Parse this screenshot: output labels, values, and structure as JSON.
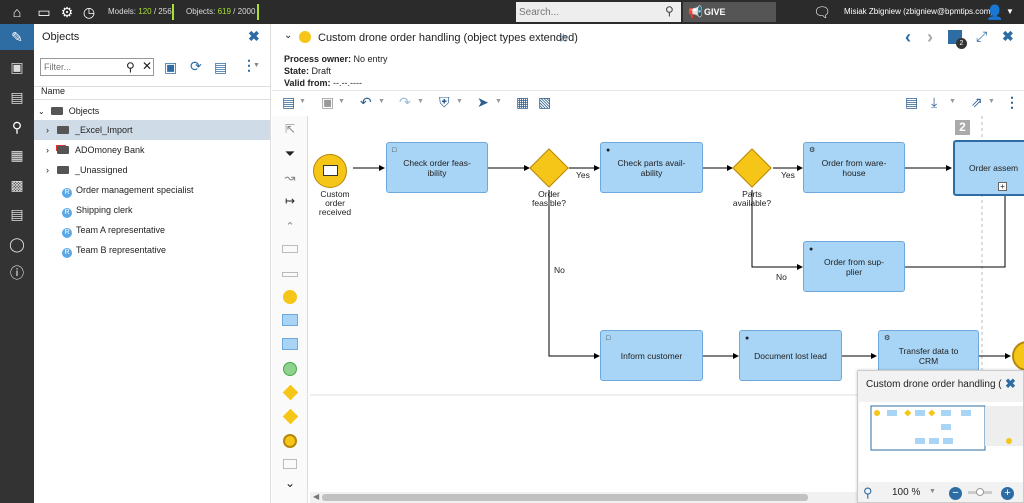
{
  "topbar": {
    "models_label": "Models:",
    "models_used": "120",
    "models_total": "/ 256",
    "objects_label": "Objects:",
    "objects_used": "619",
    "objects_total": "/ 2000",
    "search_placeholder": "Search...",
    "feedback": "GIVE FEEDBACK",
    "user": "Misiak Zbigniew (zbigniew@bpmtips.com)"
  },
  "objects_panel": {
    "title": "Objects",
    "filter_placeholder": "Filter...",
    "column_name": "Name",
    "root": "Objects",
    "items": [
      {
        "label": "_Excel_Import",
        "kind": "folder"
      },
      {
        "label": "ADOmoney Bank",
        "kind": "folder"
      },
      {
        "label": "_Unassigned",
        "kind": "folder"
      },
      {
        "label": "Order management specialist",
        "kind": "role"
      },
      {
        "label": "Shipping clerk",
        "kind": "role"
      },
      {
        "label": "Team A representative",
        "kind": "role"
      },
      {
        "label": "Team B representative",
        "kind": "role"
      }
    ]
  },
  "model": {
    "title": "Custom drone order handling (object types extended)",
    "owner_label": "Process owner:",
    "owner_value": "No entry",
    "state_label": "State:",
    "state_value": "Draft",
    "valid_label": "Valid from:",
    "valid_value": "--.--.----",
    "badge": "2",
    "page_marker": "2"
  },
  "diagram": {
    "start_event": "Custom order received",
    "tasks": [
      {
        "id": "t1",
        "label": "Check order feas-ibility"
      },
      {
        "id": "t2",
        "label": "Check parts avail-ability"
      },
      {
        "id": "t3",
        "label": "Order from ware-house"
      },
      {
        "id": "t4",
        "label": "Order assem"
      },
      {
        "id": "t5",
        "label": "Order from sup-plier"
      },
      {
        "id": "t6",
        "label": "Inform customer"
      },
      {
        "id": "t7",
        "label": "Document lost lead"
      },
      {
        "id": "t8",
        "label": "Transfer data to CRM"
      }
    ],
    "gateways": [
      "Order feasible?",
      "Parts available?"
    ],
    "flow_labels": {
      "yes1": "Yes",
      "yes2": "Yes",
      "no1": "No",
      "no2": "No"
    }
  },
  "overview": {
    "title": "Custom drone order handling (",
    "zoom": "100 %"
  }
}
